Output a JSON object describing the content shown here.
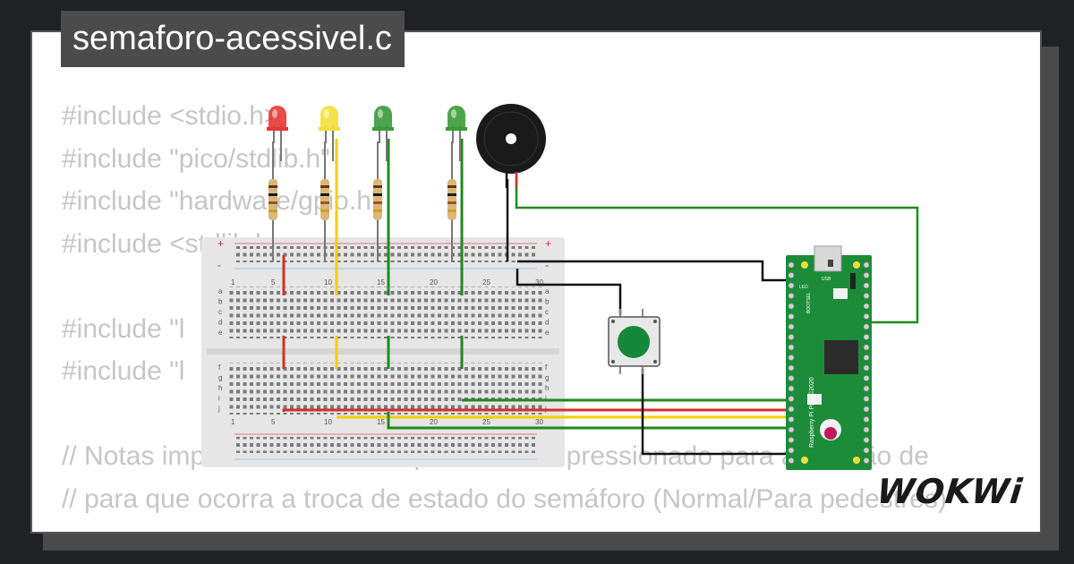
{
  "title": "semaforo-acessivel.c",
  "code_lines": [
    "#include <stdio.h>",
    "#include \"pico/stdlib.h\"",
    "#include \"hardware/gpio.h\"",
    "#include <stdlib.h>",
    "",
    "#include \"l",
    "#include \"l",
    "",
    "// Notas importantes: o botão precisa ficar pressionado para alteração de",
    "// para que ocorra a troca de estado do semáforo (Normal/Para pedestres)"
  ],
  "breadboard": {
    "column_numbers": [
      "1",
      "5",
      "10",
      "15",
      "20",
      "25",
      "30"
    ],
    "row_letters_top": [
      "a",
      "b",
      "c",
      "d",
      "e"
    ],
    "row_letters_bottom": [
      "f",
      "g",
      "h",
      "i",
      "j"
    ]
  },
  "components": {
    "leds": [
      {
        "name": "red-led",
        "color": "#e53935"
      },
      {
        "name": "yellow-led",
        "color": "#f2e03a"
      },
      {
        "name": "green-led-1",
        "color": "#3a9a3a"
      },
      {
        "name": "green-led-2",
        "color": "#3a9a3a"
      }
    ],
    "buzzer": "buzzer",
    "button": {
      "name": "pushbutton",
      "color": "#16883a"
    },
    "board": {
      "name": "Raspberry Pi Pico",
      "silkscreen": "Raspberry Pi Pico ©2020",
      "labels": [
        "LED",
        "USB",
        "BOOTSEL"
      ]
    }
  },
  "wire_colors": {
    "red": "#d32f2f",
    "yellow": "#f2d000",
    "green": "#1f8a1f",
    "black": "#111111"
  },
  "logo": "WOKWi"
}
